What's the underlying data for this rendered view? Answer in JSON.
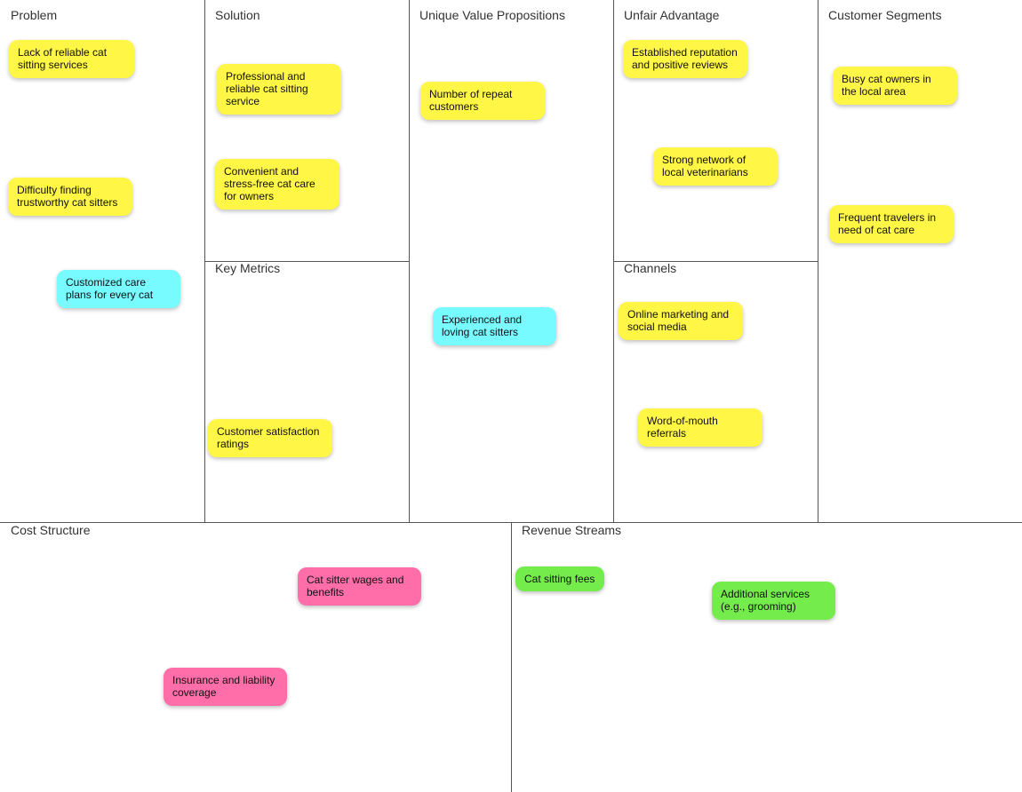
{
  "colors": {
    "yellow": "#fff645",
    "cyan": "#78fbff",
    "pink": "#ff6ea8",
    "green": "#74ec4c",
    "lines": "#555555"
  },
  "sections": {
    "problem": {
      "title": "Problem",
      "notes": [
        "Lack of reliable cat sitting services",
        "Difficulty finding trustworthy cat sitters",
        "Customized care plans for every cat"
      ]
    },
    "solution": {
      "title": "Solution",
      "notes": [
        "Professional and reliable cat sitting service",
        "Convenient and stress-free cat care for owners"
      ]
    },
    "key_metrics": {
      "title": "Key Metrics",
      "notes": [
        "Customer satisfaction ratings"
      ]
    },
    "uvp": {
      "title": "Unique Value Propositions",
      "notes": [
        "Number of repeat customers",
        "Experienced and loving cat sitters"
      ]
    },
    "unfair_advantage": {
      "title": "Unfair Advantage",
      "notes": [
        "Established reputation and positive reviews",
        "Strong network of local veterinarians"
      ]
    },
    "channels": {
      "title": "Channels",
      "notes": [
        "Online marketing and social media",
        "Word-of-mouth referrals"
      ]
    },
    "customer_segments": {
      "title": "Customer Segments",
      "notes": [
        "Busy cat owners in the local area",
        "Frequent travelers in need of cat care"
      ]
    },
    "cost_structure": {
      "title": "Cost Structure",
      "notes": [
        "Cat sitter wages and benefits",
        "Insurance and liability coverage"
      ]
    },
    "revenue_streams": {
      "title": "Revenue Streams",
      "notes": [
        "Cat sitting fees",
        "Additional services (e.g., grooming)"
      ]
    }
  }
}
